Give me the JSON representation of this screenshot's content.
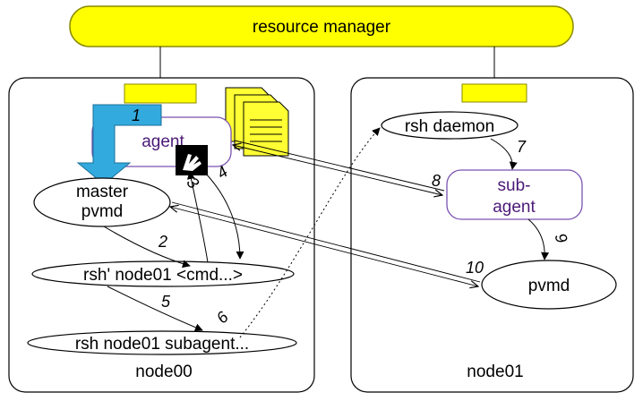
{
  "colors": {
    "bar_fill": "#ffff00",
    "bar_stroke": "#7f7f00",
    "blue_arrow": "#33aadd",
    "agent_border": "#6b3fa0",
    "agent_text": "#4b1a78"
  },
  "resource_manager": {
    "label": "resource manager"
  },
  "node00": {
    "label": "node00",
    "agent_label": "agent",
    "master_pvmd_line1": "master",
    "master_pvmd_line2": "pvmd",
    "rsh_prime_label": "rsh' node01 <cmd...>",
    "rsh_subagent_label": "rsh node01 subagent...",
    "icons": [
      "documents-icon",
      "hand-pointer-icon"
    ]
  },
  "node01": {
    "label": "node01",
    "rsh_daemon_label": "rsh daemon",
    "subagent_line1": "sub-",
    "subagent_line2": "agent",
    "pvmd_label": "pvmd"
  },
  "steps": [
    "1",
    "2",
    "3",
    "4",
    "5",
    "6",
    "7",
    "8",
    "9",
    "10"
  ]
}
